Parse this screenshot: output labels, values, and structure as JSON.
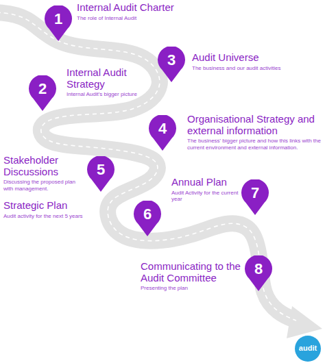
{
  "diagram": {
    "nodes": [
      {
        "text": [
          "1",
          "Internal Audit Charter",
          "The role of Internal Audit"
        ]
      },
      {
        "text": [
          "2",
          "Internal Audit Strategy",
          "Internal Audit's bigger picture"
        ]
      },
      {
        "text": [
          "3",
          "Audit Universe",
          "The business and our audit activities"
        ]
      },
      {
        "text": [
          "4",
          "Organisational Strategy and external information",
          "The business' bigger picture and how this links with the current environment and external information."
        ]
      },
      {
        "text": [
          "5",
          "Stakeholder Discussions",
          "Discussing the proposed plan with management."
        ]
      },
      {
        "text": [
          "6",
          "Strategic Plan",
          "Audit activity for the next 5 years"
        ]
      },
      {
        "text": [
          "7",
          "Annual Plan",
          "Audit Activity for the current year"
        ]
      },
      {
        "text": [
          "8",
          "Communicating to the Audit Committee",
          "Presenting the plan"
        ]
      }
    ],
    "labels": [
      "audit"
    ]
  }
}
